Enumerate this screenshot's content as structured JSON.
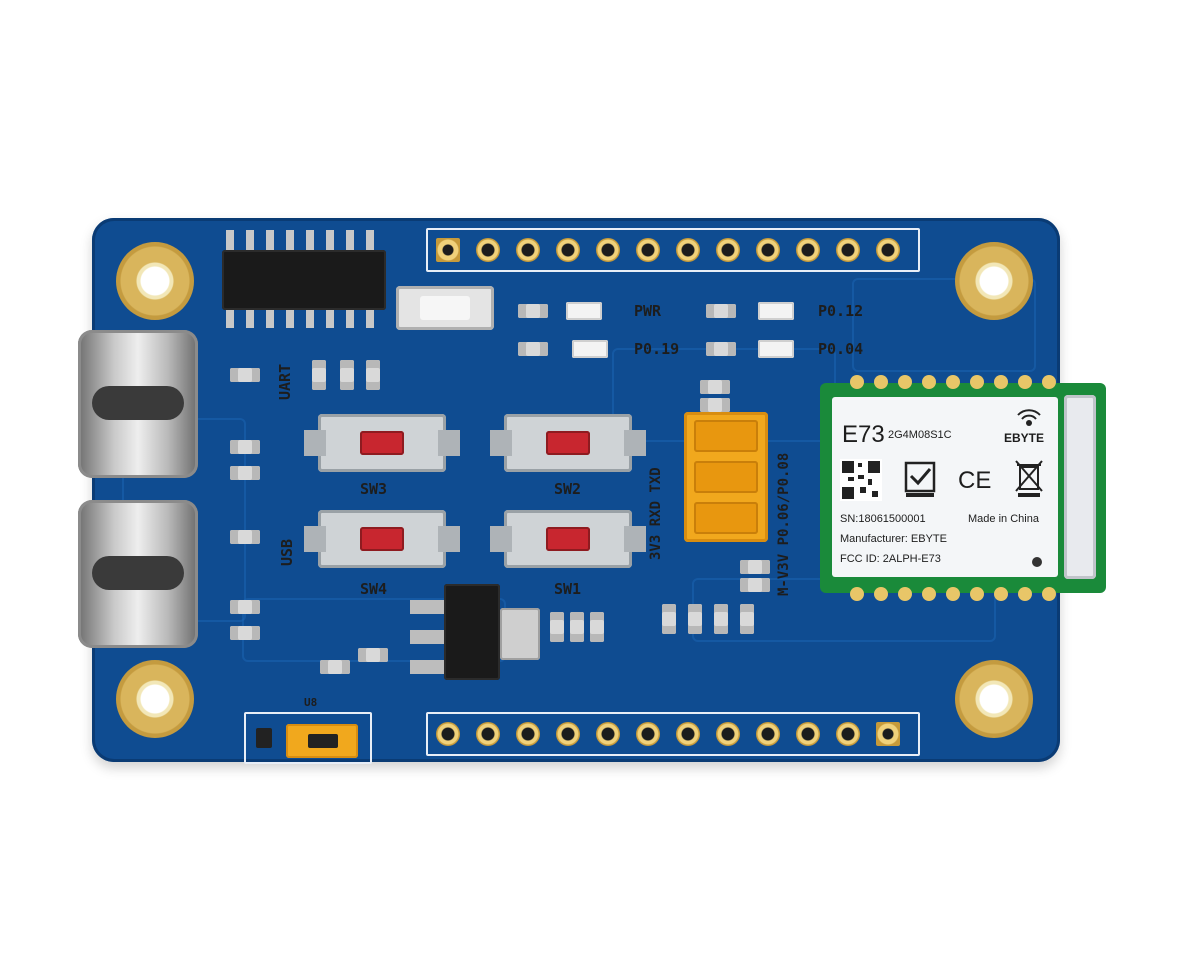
{
  "board": {
    "silkscreen": {
      "pwr": "PWR",
      "p0_12": "P0.12",
      "p0_19": "P0.19",
      "p0_04": "P0.04",
      "uart": "UART",
      "usb": "USB",
      "sw1": "SW1",
      "sw2": "SW2",
      "sw3": "SW3",
      "sw4": "SW4",
      "header_mid": "3V3 RXD TXD",
      "header_right": "M-V3V P0.06/P0.08",
      "u8": "U8"
    },
    "colors": {
      "pcb": "#0f4c91",
      "module": "#1a8a3a",
      "jumper": "#f1a81d",
      "button_cap": "#c8262f"
    }
  },
  "module": {
    "model": "E73",
    "part": "2G4M08S1C",
    "brand": "EBYTE",
    "ce_mark": "CE",
    "serial": "SN:18061500001",
    "made_in": "Made in China",
    "manufacturer": "Manufacturer: EBYTE",
    "fcc_id": "FCC ID: 2ALPH-E73"
  }
}
